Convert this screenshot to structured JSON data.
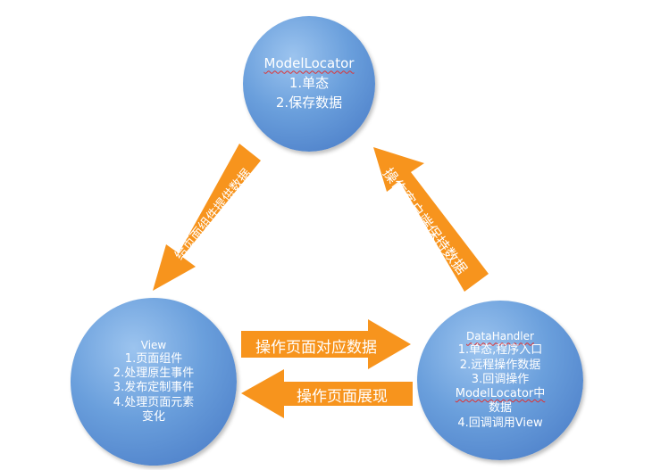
{
  "nodes": {
    "model_locator": {
      "title": "ModelLocator",
      "items": [
        "1.单态",
        "2.保存数据"
      ]
    },
    "view": {
      "title": "View",
      "items": [
        "1.页面组件",
        "2.处理原生事件",
        "3.发布定制事件",
        "4.处理页面元素",
        "变化"
      ]
    },
    "data_handler": {
      "title": "DataHandler",
      "items": [
        "1.单态,程序入口",
        "2.远程操作数据",
        "3.回调操作",
        "ModelLocator中",
        "数据",
        "4.回调调用View"
      ]
    }
  },
  "arrows": {
    "model_to_view": "给页面组件提供数据",
    "data_to_model": "操作客户端保持数据",
    "view_to_data": "操作页面对应数据",
    "data_to_view": "操作页面展现"
  },
  "colors": {
    "arrow": "#F7941D",
    "circle_light": "#9cc4ef",
    "circle_dark": "#4577c4",
    "text": "#ffffff"
  }
}
